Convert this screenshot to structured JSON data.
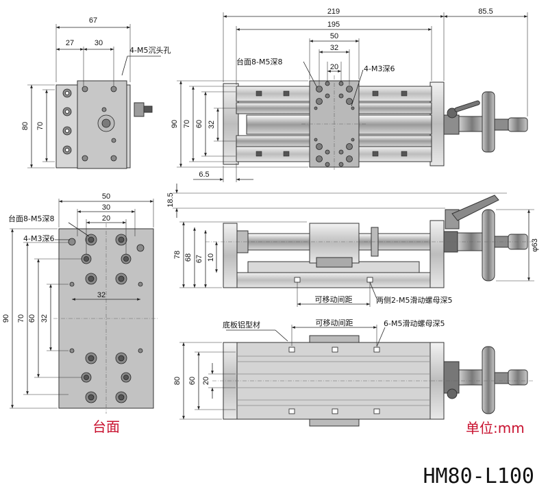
{
  "front_view": {
    "dim_width": "67",
    "dim_hole_offset": "27",
    "dim_hole_pitch": "30",
    "dim_height": "80",
    "dim_inner_height": "70",
    "note_holes": "4-M5沉头孔"
  },
  "top_view": {
    "dim_total_length": "219",
    "dim_handwheel": "85.5",
    "dim_body_length": "195",
    "dim_50": "50",
    "dim_32": "32",
    "dim_20": "20",
    "note_table_holes": "台面8-M5深8",
    "note_m3": "4-M3深6",
    "dim_90": "90",
    "dim_70": "70",
    "dim_60": "60",
    "dim_32v": "32",
    "dim_6_5": "6.5"
  },
  "table_view": {
    "dim_50": "50",
    "dim_30": "30",
    "dim_20": "20",
    "note_table_holes": "台面8-M5深8",
    "note_m3": "4-M3深6",
    "dim_32": "32",
    "dim_90": "90",
    "dim_70": "70",
    "dim_60": "60",
    "dim_32v": "32",
    "caption": "台面"
  },
  "side_view": {
    "dim_18_5": "18.5",
    "dim_78": "78",
    "dim_68": "68",
    "dim_67": "67",
    "dim_10": "10",
    "dim_phi63": "φ63",
    "label_travel": "可移动间距",
    "note_side_nuts": "两侧2-M5滑动螺母深5"
  },
  "bottom_view": {
    "label_profile": "底板铝型材",
    "label_travel": "可移动间距",
    "note_nuts": "6-M5滑动螺母深5",
    "dim_80": "80",
    "dim_60": "60",
    "dim_20": "20"
  },
  "unit_label": "单位:mm",
  "model_name": "HM80-L100"
}
